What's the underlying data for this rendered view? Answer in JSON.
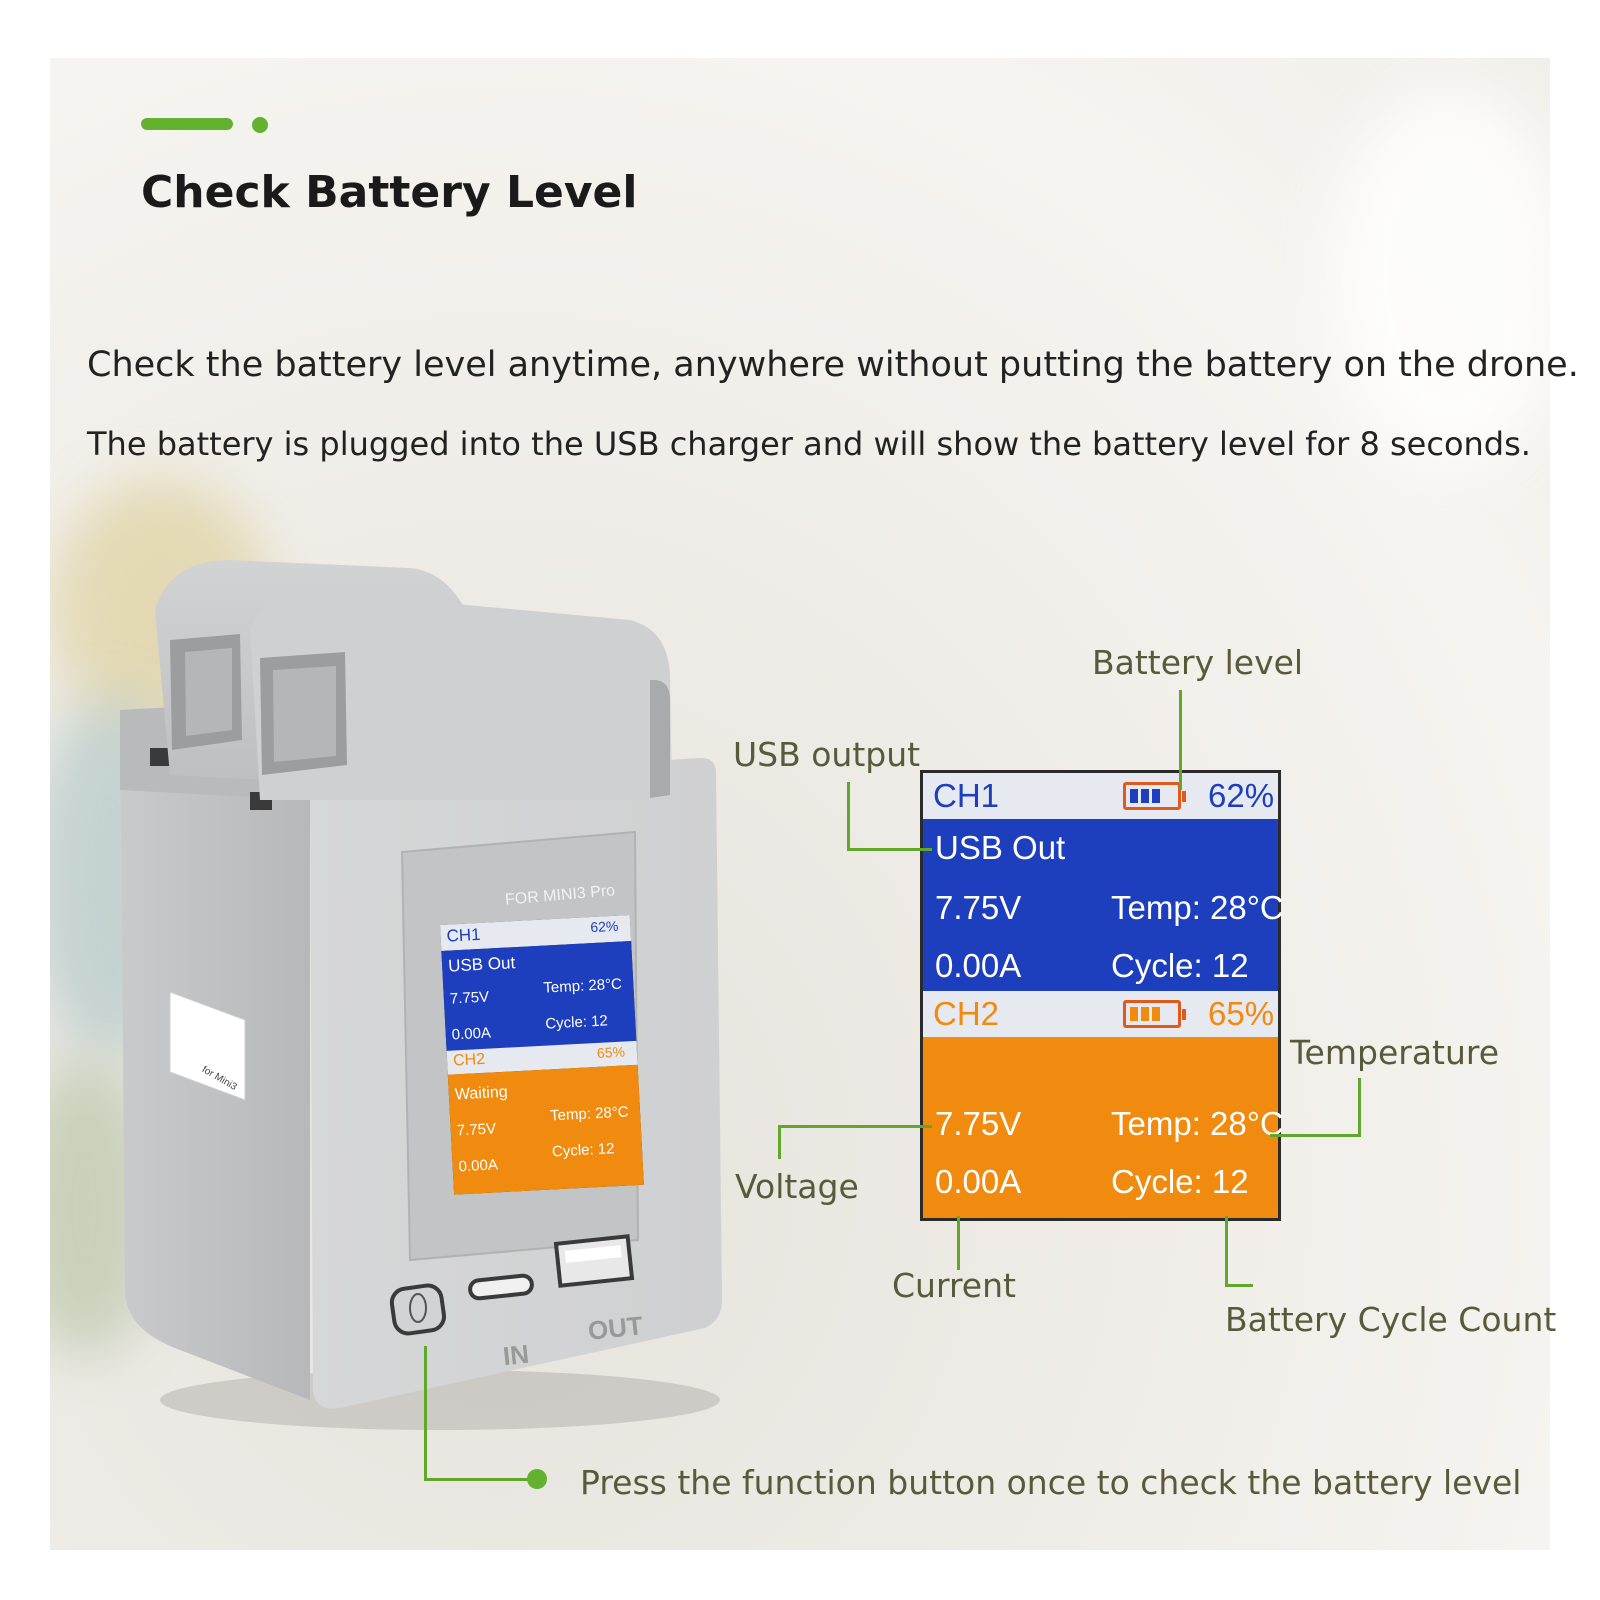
{
  "header": {
    "title": "Check Battery Level",
    "description_1": "Check the battery level anytime, anywhere without putting the battery on the drone.",
    "description_2": "The battery is plugged into the USB charger and will show the battery level for 8 seconds."
  },
  "callouts": {
    "battery_level": "Battery level",
    "usb_output": "USB output",
    "temperature": "Temperature",
    "voltage": "Voltage",
    "current": "Current",
    "cycle_count": "Battery Cycle Count",
    "function_button": "Press the function button once to check the battery level"
  },
  "display": {
    "ch1": {
      "name": "CH1",
      "percent": "62%",
      "status": "USB Out",
      "voltage": "7.75V",
      "temp": "Temp: 28°C",
      "current": "0.00A",
      "cycle": "Cycle:  12",
      "level": 0.62
    },
    "ch2": {
      "name": "CH2",
      "percent": "65%",
      "status": "",
      "voltage": "7.75V",
      "temp": "Temp: 28°C",
      "current": "0.00A",
      "cycle": "Cycle:  12",
      "level": 0.65
    }
  },
  "device": {
    "model": "FOR MINI3 Pro",
    "label": "for Mini3",
    "port_in": "IN",
    "port_out": "OUT",
    "screen": {
      "ch1": {
        "name": "CH1",
        "percent": "62%",
        "status": "USB Out",
        "voltage": "7.75V",
        "temp": "Temp: 28°C",
        "current": "0.00A",
        "cycle": "Cycle:  12"
      },
      "ch2": {
        "name": "CH2",
        "percent": "65%",
        "status": "Waiting",
        "voltage": "7.75V",
        "temp": "Temp: 28°C",
        "current": "0.00A",
        "cycle": "Cycle:  12"
      }
    }
  },
  "colors": {
    "accent_green": "#62b22f",
    "ch1_blue": "#1e3fbd",
    "ch2_orange": "#f08b0f",
    "battery_orange": "#e05a1c",
    "battery_blue": "#1e3fbd"
  }
}
